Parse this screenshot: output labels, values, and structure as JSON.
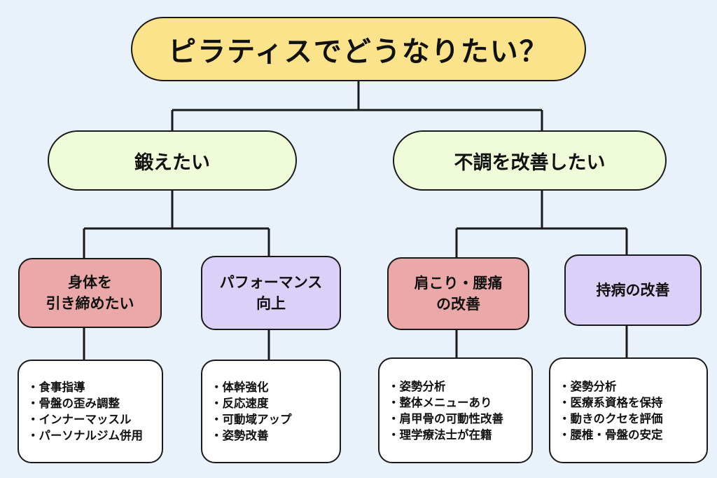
{
  "root": {
    "label": "ピラティスでどうなりたい？"
  },
  "branches": [
    {
      "label": "鍛えたい",
      "children": [
        {
          "label": "身体を\n引き締めたい",
          "color": "#eaa9a8",
          "items": [
            "食事指導",
            "骨盤の歪み調整",
            "インナーマッスル",
            "パーソナルジム併用"
          ]
        },
        {
          "label": "パフォーマンス\n向上",
          "color": "#dbd0f7",
          "items": [
            "体幹強化",
            "反応速度",
            "可動域アップ",
            "姿勢改善"
          ]
        }
      ]
    },
    {
      "label": "不調を改善したい",
      "children": [
        {
          "label": "肩こり・腰痛\nの改善",
          "color": "#eaa9a8",
          "items": [
            "姿勢分析",
            "整体メニューあり",
            "肩甲骨の可動性改善",
            "理学療法士が在籍"
          ]
        },
        {
          "label": "持病の改善",
          "color": "#dbd0f7",
          "items": [
            "姿勢分析",
            "医療系資格を保持",
            "動きのクセを評価",
            "腰椎・骨盤の安定"
          ]
        }
      ]
    }
  ],
  "colors": {
    "background": "#e9f1fb",
    "root": "#fbe38c",
    "branch": "#f0fcd9",
    "border": "#1a1a1a"
  }
}
